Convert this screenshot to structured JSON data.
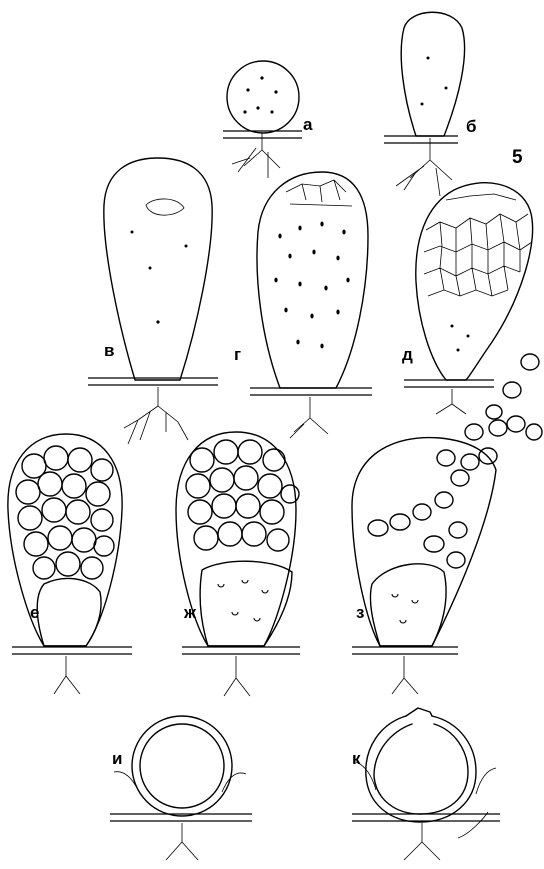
{
  "figure": {
    "number": "5",
    "panels": [
      {
        "id": "a",
        "label": "а",
        "stage": "round"
      },
      {
        "id": "b",
        "label": "б",
        "stage": "elongate"
      },
      {
        "id": "v",
        "label": "в",
        "stage": "flask"
      },
      {
        "id": "g",
        "label": "г",
        "stage": "nuclei"
      },
      {
        "id": "d",
        "label": "д",
        "stage": "cleavage"
      },
      {
        "id": "e",
        "label": "е",
        "stage": "spores"
      },
      {
        "id": "zh",
        "label": "ж",
        "stage": "spores-basal-cell"
      },
      {
        "id": "z",
        "label": "з",
        "stage": "release"
      },
      {
        "id": "i",
        "label": "и",
        "stage": "resting-sporangium"
      },
      {
        "id": "k",
        "label": "к",
        "stage": "empty-sporangium"
      }
    ]
  },
  "colors": {
    "ink": "#000000",
    "paper": "#ffffff"
  }
}
